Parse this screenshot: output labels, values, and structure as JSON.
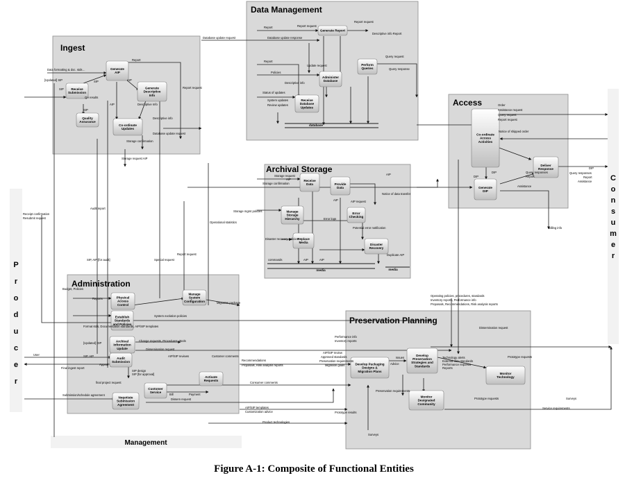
{
  "caption": "Figure A-1:  Composite of Functional Entities",
  "panels": {
    "ingest": "Ingest",
    "data_management": "Data Management",
    "access": "Access",
    "archival_storage": "Archival Storage",
    "administration": "Administration",
    "preservation_planning": "Preservation Planning"
  },
  "externals": {
    "producer": [
      "P",
      "r",
      "o",
      "d",
      "u",
      "c",
      "e",
      "r"
    ],
    "consumer": [
      "C",
      "o",
      "n",
      "s",
      "u",
      "m",
      "e",
      "r"
    ],
    "management": "Management"
  },
  "nodes": {
    "generate_aip": [
      "Generate",
      "AIP"
    ],
    "receive_submission": [
      "Receive",
      "Submission"
    ],
    "generate_descriptive_info": [
      "Generate",
      "Descriptive",
      "Info"
    ],
    "quality_assurance": [
      "Quality",
      "Assurance"
    ],
    "coordinate_updates": [
      "Co-ordinate",
      "Updates"
    ],
    "generate_report": [
      "Generate Report"
    ],
    "perform_queries": [
      "Perform",
      "Queries"
    ],
    "administer_database": [
      "Administer",
      "Database"
    ],
    "receive_database_updates": [
      "Receive",
      "Database",
      "Updates"
    ],
    "database": [
      "database"
    ],
    "coordinate_access": [
      "Co-ordinate",
      "Access",
      "Activities"
    ],
    "deliver_response": [
      "Deliver",
      "Response"
    ],
    "generate_dip": [
      "Generate",
      "DIP"
    ],
    "receive_data": [
      "Receive",
      "Data"
    ],
    "provide_data": [
      "Provide",
      "Data"
    ],
    "manage_storage_hierarchy": [
      "Manage",
      "Storage",
      "Hierarchy"
    ],
    "error_checking": [
      "Error",
      "Checking"
    ],
    "replace_media": [
      "Replace",
      "Media"
    ],
    "disaster_recovery": [
      "Disaster",
      "Recovery"
    ],
    "media": [
      "media"
    ],
    "media_small": [
      "media"
    ],
    "physical_access_control": [
      "Physical",
      "Access",
      "Control"
    ],
    "establish_standards": [
      "Establish",
      "Standards",
      "and Policies"
    ],
    "manage_system_configuration": [
      "Manage",
      "System",
      "Configuration"
    ],
    "archival_information_update": [
      "Archival",
      "Information",
      "Update"
    ],
    "audit_submission": [
      "Audit",
      "Submission"
    ],
    "customer_service": [
      "Customer",
      "Service"
    ],
    "activate_requests": [
      "Activate",
      "Requests"
    ],
    "negotiate_submission": [
      "Negotiate",
      "Submission",
      "Agreement"
    ],
    "develop_packaging": [
      "Develop Packaging",
      "Designs &",
      "Migration Plans"
    ],
    "develop_preservation": [
      "Develop",
      "Preservation",
      "Strategies and",
      "Standards"
    ],
    "monitor_technology": [
      "Monitor",
      "Technology"
    ],
    "monitor_community": [
      "Monitor",
      "Designated",
      "Community"
    ]
  },
  "flow_labels": {
    "data_formatting": "Data formatting & doc. stds…",
    "updated_sip": "[Updated] SIP",
    "sip1": "SIP",
    "sip2": "SIP",
    "sip3": "SIP",
    "aip1": "AIP",
    "aip2": "AIP",
    "qa_results": "QA results",
    "report1": "Report",
    "report_request1": "Report request",
    "descriptive_info1": "Descriptive Info",
    "descriptive_info2": "Descriptive info",
    "database_update_request1": "Database update request",
    "database_update_request2": "Database update request",
    "storage_confirmation1": "Storage confirmation",
    "storage_request_aip": "Storage request AIP",
    "db_update_response": "Database update response",
    "report2": "Report",
    "report_request2": "Report request",
    "report_request3": "Report request",
    "report3": "Report",
    "descriptive_info_report": "Descriptive info Report",
    "update_request": "Update request",
    "policies": "Policies",
    "descriptive_info3": "Descriptive info",
    "status_of_updates": "Status of updates",
    "system_updates": "System updates",
    "review_updates": "Review updates",
    "query_request1": "Query request",
    "query_response1": "Query response",
    "order": "Order",
    "assistance_request": "Assistance request",
    "query_request2": "Query request",
    "report_request4": "Report request",
    "notice_shipped": "Notice of shipped order",
    "dip1": "DIP",
    "dip2": "DIP",
    "query_responses": "Query responses",
    "report": "Report",
    "assistance": "Assistance",
    "dip3": "DIP",
    "query_responses2": "Query responses",
    "report4": "Report",
    "assistance2": "Assistance",
    "storage_request2": "Storage request",
    "aip3": "AIP",
    "aip4": "AIP",
    "aip5": "AIP",
    "storage_confirmation2": "Storage confirmation",
    "notice_data_transfer": "Notice of data transfer",
    "storage_mgmt_policies": "Storage mgmt policies",
    "error_logs": "Error logs",
    "aip_request": "AIP request",
    "potential_error": "Potential error notification",
    "operational_statistics": "Operational statistics",
    "disaster_recovery_policies": "Disaster recovery policies",
    "commands": "commands",
    "aip6": "AIP",
    "aip7": "AIP",
    "duplicate_aip": "Duplicate AIP",
    "billing_info": "Billing info",
    "audit_report": "Audit report",
    "receipt_confirmation": "Receipt confirmation",
    "resubmit_request": "Resubmit request",
    "sip_aip_audit": "SIP, AIP [for audit]",
    "special_request": "Special request",
    "report5": "Report request",
    "budget_policies": "Budget, Policies",
    "reports": "Reports",
    "migration_package": "Migration package",
    "format_stds": "Format stds, Documentation standards, AIP/SIP templates",
    "updated_dip": "[Updated] DIP",
    "change_requests": "Change requests, Procedures, Tools",
    "dissemination_request": "Dissemination request",
    "sip_aip": "SIP, AIP",
    "user": "User",
    "final_ingest_report": "Final ingest report",
    "appeal": "Appeal",
    "sip_design": "SIP design",
    "sip_for_approval": "SIP [for approval]",
    "final_request": "final project request",
    "submission_schedule": "Submission/schedule agreement",
    "aip_sip_reviews": "AIP/SIP reviews",
    "customer_comments": "Customer comments",
    "recommendations": "Recommendations",
    "proposals": "Proposals, Risk analysis reports",
    "consumer_comments": "Consumer comments",
    "bill": "Bill",
    "payment": "Payment",
    "dissem_request": "Dissem request",
    "operating_policies": "Operating policies, procedures, standards",
    "inventory_reports": "Inventory reports, Performance info",
    "proposals2": "Proposals, Recommendations, Risk analysis reports",
    "dissemination_request2": "Dissemination request",
    "performance_info": "Performance info",
    "inventory_reports2": "Inventory reports",
    "aip_sip_review": "AIP/SIP review",
    "approved_standards": "Approved standards",
    "preservation_requirements": "Preservation requirements",
    "migration_goals": "Migration goals",
    "issues": "Issues",
    "advice": "Advice",
    "technology_alerts": "Technology alerts",
    "external_data_standards": "External data standards",
    "performance_requests": "Performance requests",
    "reports2": "Reports",
    "prototype_requests": "Prototype requests",
    "preservation_reqs": "Preservation requirements",
    "prototype_results": "Prototype results",
    "prototype_requests2": "Prototype requests",
    "surveys": "Surveys",
    "service_requirements": "Service requirements",
    "surveys2": "Surveys",
    "aip_sip_templates": "AIP/SIP templates",
    "customization_advice": "Customization advice",
    "product_technologies": "Product technologies",
    "system_evolution_policies": "System evolution policies"
  }
}
